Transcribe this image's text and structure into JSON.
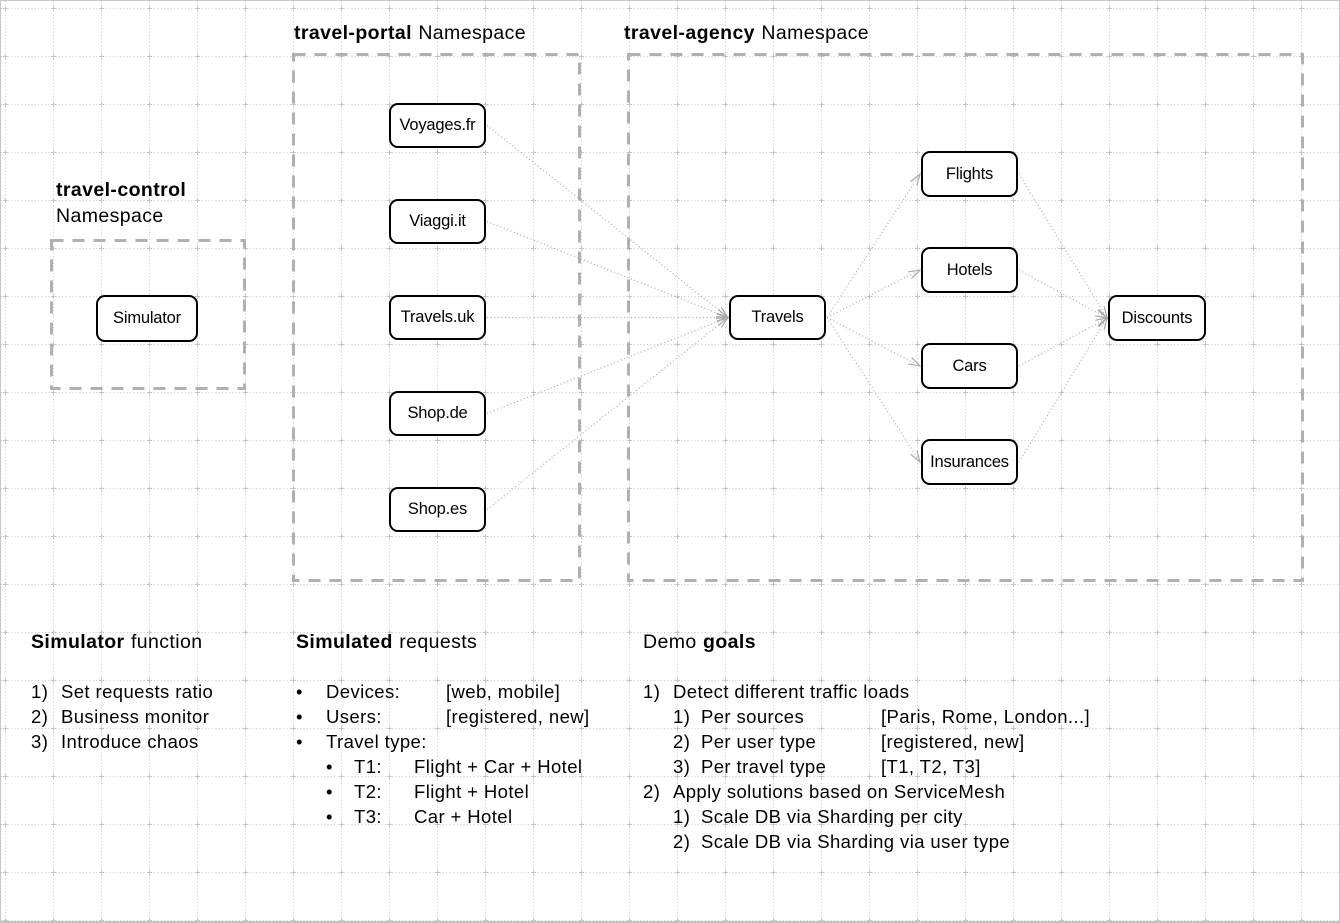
{
  "colors": {
    "background": "#ffffff",
    "grid": "#c9c9c9",
    "grid_cross": "#a6a6a6",
    "dashed_border": "#b0b0b0",
    "edge": "#a9a9a9",
    "node_border": "#000000",
    "text": "#000000"
  },
  "namespaces": {
    "control": {
      "bold": "travel-control",
      "rest": "Namespace"
    },
    "portal": {
      "bold": "travel-portal",
      "rest": "Namespace"
    },
    "agency": {
      "bold": "travel-agency",
      "rest": "Namespace"
    }
  },
  "nodes": {
    "simulator": {
      "label": "Simulator"
    },
    "voyages": {
      "label": "Voyages.fr"
    },
    "viaggi": {
      "label": "Viaggi.it"
    },
    "travelsuk": {
      "label": "Travels.uk"
    },
    "shopde": {
      "label": "Shop.de"
    },
    "shopes": {
      "label": "Shop.es"
    },
    "travels": {
      "label": "Travels"
    },
    "flights": {
      "label": "Flights"
    },
    "hotels": {
      "label": "Hotels"
    },
    "cars": {
      "label": "Cars"
    },
    "insurances": {
      "label": "Insurances"
    },
    "discounts": {
      "label": "Discounts"
    }
  },
  "edges": [
    [
      "voyages",
      "travels"
    ],
    [
      "viaggi",
      "travels"
    ],
    [
      "travelsuk",
      "travels"
    ],
    [
      "shopde",
      "travels"
    ],
    [
      "shopes",
      "travels"
    ],
    [
      "travels",
      "flights"
    ],
    [
      "travels",
      "hotels"
    ],
    [
      "travels",
      "cars"
    ],
    [
      "travels",
      "insurances"
    ],
    [
      "flights",
      "discounts"
    ],
    [
      "hotels",
      "discounts"
    ],
    [
      "cars",
      "discounts"
    ],
    [
      "insurances",
      "discounts"
    ]
  ],
  "sections": {
    "function": {
      "heading_bold": "Simulator",
      "heading_rest": "function",
      "items": [
        {
          "num": "1)",
          "text": "Set requests ratio"
        },
        {
          "num": "2)",
          "text": "Business monitor"
        },
        {
          "num": "3)",
          "text": "Introduce chaos"
        }
      ]
    },
    "requests": {
      "heading_bold": "Simulated",
      "heading_rest": "requests",
      "items": [
        {
          "bullet": "•",
          "label": "Devices:",
          "value": "[web, mobile]"
        },
        {
          "bullet": "•",
          "label": "Users:",
          "value": "[registered, new]"
        },
        {
          "bullet": "•",
          "label": "Travel type:",
          "value": ""
        },
        {
          "bullet": "•",
          "label": "T1:",
          "value": "Flight + Car + Hotel"
        },
        {
          "bullet": "•",
          "label": "T2:",
          "value": "Flight + Hotel"
        },
        {
          "bullet": "•",
          "label": "T3:",
          "value": "Car + Hotel"
        }
      ]
    },
    "goals": {
      "heading_pre": "Demo",
      "heading_bold": "goals",
      "items": [
        {
          "num": "1)",
          "text": "Detect different traffic loads"
        },
        {
          "num": "1)",
          "label": "Per sources",
          "value": "[Paris, Rome, London...]"
        },
        {
          "num": "2)",
          "label": "Per user type",
          "value": "[registered, new]"
        },
        {
          "num": "3)",
          "label": "Per travel type",
          "value": "[T1, T2, T3]"
        },
        {
          "num": "2)",
          "text": "Apply solutions based on ServiceMesh"
        },
        {
          "num": "1)",
          "text": "Scale DB via Sharding per city"
        },
        {
          "num": "2)",
          "text": "Scale DB via Sharding via user type"
        }
      ]
    }
  }
}
